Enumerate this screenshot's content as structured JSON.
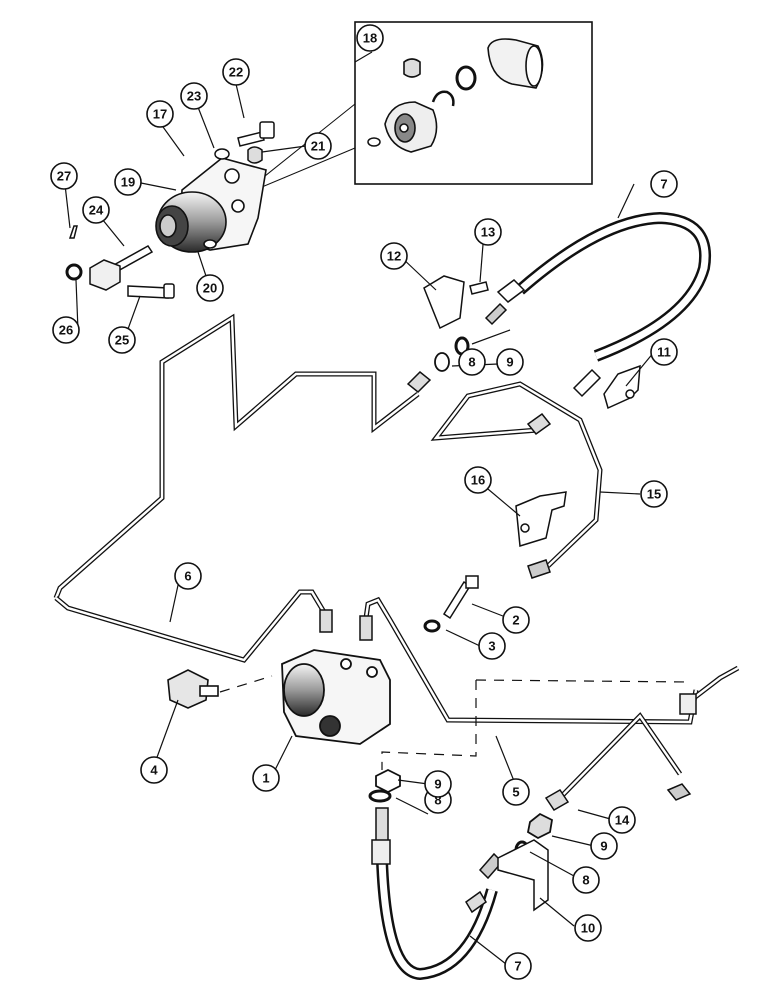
{
  "colors": {
    "ink": "#111111",
    "paper": "#ffffff",
    "shade": "#1a1a1a"
  },
  "callouts": [
    {
      "label": "1"
    },
    {
      "label": "2"
    },
    {
      "label": "3"
    },
    {
      "label": "4"
    },
    {
      "label": "5"
    },
    {
      "label": "6"
    },
    {
      "label": "7"
    },
    {
      "label": "7"
    },
    {
      "label": "8"
    },
    {
      "label": "8"
    },
    {
      "label": "8"
    },
    {
      "label": "9"
    },
    {
      "label": "9"
    },
    {
      "label": "9"
    },
    {
      "label": "10"
    },
    {
      "label": "11"
    },
    {
      "label": "12"
    },
    {
      "label": "13"
    },
    {
      "label": "14"
    },
    {
      "label": "15"
    },
    {
      "label": "16"
    },
    {
      "label": "17"
    },
    {
      "label": "18"
    },
    {
      "label": "19"
    },
    {
      "label": "20"
    },
    {
      "label": "21"
    },
    {
      "label": "22"
    },
    {
      "label": "23"
    },
    {
      "label": "24"
    },
    {
      "label": "25"
    },
    {
      "label": "26"
    },
    {
      "label": "27"
    }
  ]
}
